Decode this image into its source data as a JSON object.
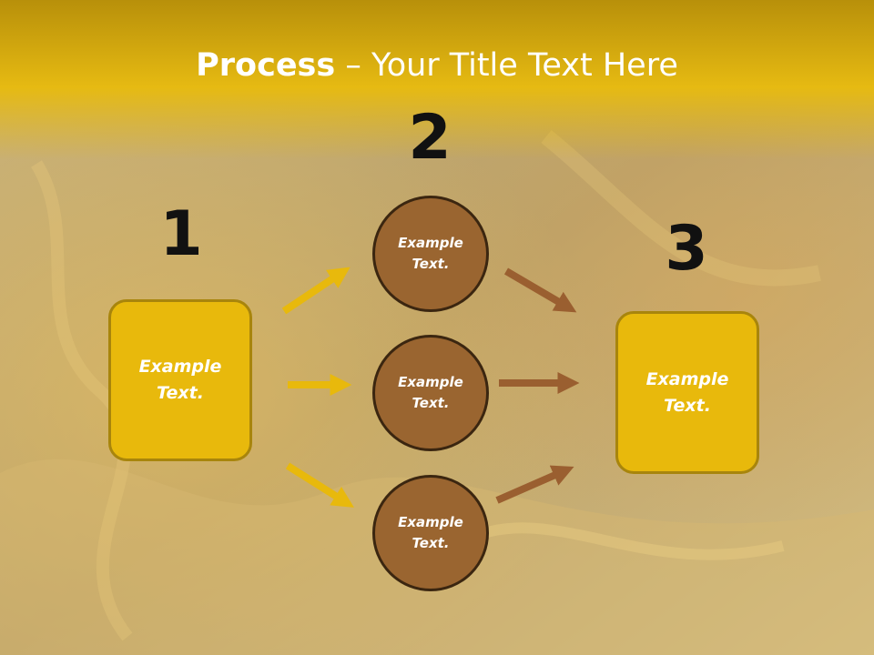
{
  "title": {
    "bold": "Process",
    "rest": " – Your Title Text Here"
  },
  "steps": [
    {
      "number": "1",
      "boxes": [
        "Example Text."
      ]
    },
    {
      "number": "2",
      "circles": [
        "Example Text.",
        "Example Text.",
        "Example Text."
      ]
    },
    {
      "number": "3",
      "boxes": [
        "Example Text."
      ]
    }
  ],
  "colors": {
    "banner": "#e8bb12",
    "box_fill": "#e8b90c",
    "circle_fill": "#9a6530",
    "arrow_yellow": "#e8b90c",
    "arrow_brown": "#9a5f30"
  }
}
